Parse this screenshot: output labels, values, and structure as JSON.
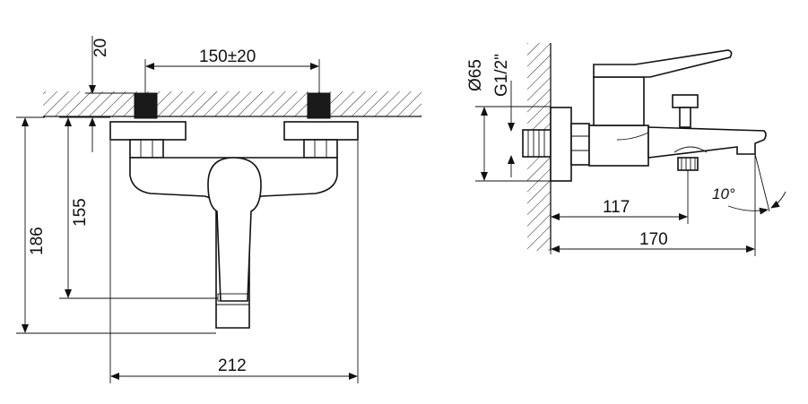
{
  "front_view": {
    "dim_top_spacing": "150±20",
    "dim_offset": "20",
    "dim_height_inner": "155",
    "dim_height_outer": "186",
    "dim_width": "212"
  },
  "side_view": {
    "dim_diameter": "Ø65",
    "dim_thread": "G1/2\"",
    "dim_spout_outlet": "117",
    "dim_spout_length": "170",
    "dim_angle": "10°"
  }
}
